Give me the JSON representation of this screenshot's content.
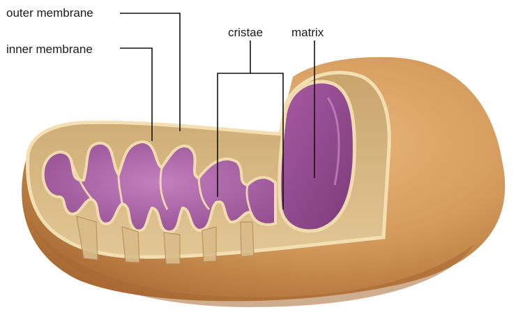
{
  "labels": {
    "outer_membrane": "outer membrane",
    "inner_membrane": "inner membrane",
    "cristae": "cristae",
    "matrix": "matrix"
  },
  "colors": {
    "outer_surface": "#d49a5c",
    "outer_surface_dark": "#b97a3c",
    "membrane_tan": "#d9bc8a",
    "cut_edge": "#f3dfb2",
    "matrix_purple": "#a85aa3",
    "matrix_light": "#d7a2d2",
    "leader_line": "#111111"
  }
}
